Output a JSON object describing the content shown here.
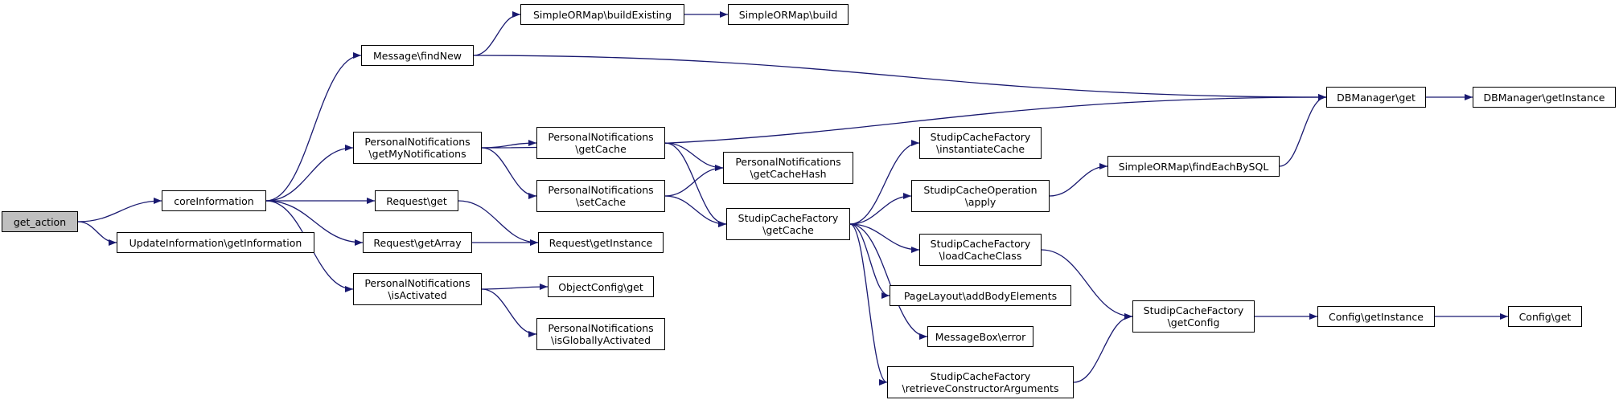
{
  "colors": {
    "edge": "#191970",
    "root_fill": "#bfbfbf",
    "node_fill": "#ffffff",
    "border": "#000000"
  },
  "nodes": {
    "get_action": {
      "lines": [
        "get_action"
      ]
    },
    "coreInformation": {
      "lines": [
        "coreInformation"
      ]
    },
    "UpdateInformation_getInformation": {
      "lines": [
        "UpdateInformation\\getInformation"
      ]
    },
    "Message_findNew": {
      "lines": [
        "Message\\findNew"
      ]
    },
    "SimpleORMap_buildExisting": {
      "lines": [
        "SimpleORMap\\buildExisting"
      ]
    },
    "SimpleORMap_build": {
      "lines": [
        "SimpleORMap\\build"
      ]
    },
    "PersonalNotifications_getMyNotifications": {
      "lines": [
        "PersonalNotifications",
        "\\getMyNotifications"
      ]
    },
    "Request_get": {
      "lines": [
        "Request\\get"
      ]
    },
    "Request_getArray": {
      "lines": [
        "Request\\getArray"
      ]
    },
    "PersonalNotifications_isActivated": {
      "lines": [
        "PersonalNotifications",
        "\\isActivated"
      ]
    },
    "PersonalNotifications_getCache": {
      "lines": [
        "PersonalNotifications",
        "\\getCache"
      ]
    },
    "PersonalNotifications_setCache": {
      "lines": [
        "PersonalNotifications",
        "\\setCache"
      ]
    },
    "PersonalNotifications_getCacheHash": {
      "lines": [
        "PersonalNotifications",
        "\\getCacheHash"
      ]
    },
    "Request_getInstance": {
      "lines": [
        "Request\\getInstance"
      ]
    },
    "ObjectConfig_get": {
      "lines": [
        "ObjectConfig\\get"
      ]
    },
    "PersonalNotifications_isGloballyActivated": {
      "lines": [
        "PersonalNotifications",
        "\\isGloballyActivated"
      ]
    },
    "StudipCacheFactory_getCache": {
      "lines": [
        "StudipCacheFactory",
        "\\getCache"
      ]
    },
    "StudipCacheFactory_instantiateCache": {
      "lines": [
        "StudipCacheFactory",
        "\\instantiateCache"
      ]
    },
    "StudipCacheOperation_apply": {
      "lines": [
        "StudipCacheOperation",
        "\\apply"
      ]
    },
    "StudipCacheFactory_loadCacheClass": {
      "lines": [
        "StudipCacheFactory",
        "\\loadCacheClass"
      ]
    },
    "PageLayout_addBodyElements": {
      "lines": [
        "PageLayout\\addBodyElements"
      ]
    },
    "MessageBox_error": {
      "lines": [
        "MessageBox\\error"
      ]
    },
    "StudipCacheFactory_retrieveConstructorArguments": {
      "lines": [
        "StudipCacheFactory",
        "\\retrieveConstructorArguments"
      ]
    },
    "SimpleORMap_findEachBySQL": {
      "lines": [
        "SimpleORMap\\findEachBySQL"
      ]
    },
    "DBManager_get": {
      "lines": [
        "DBManager\\get"
      ]
    },
    "DBManager_getInstance": {
      "lines": [
        "DBManager\\getInstance"
      ]
    },
    "StudipCacheFactory_getConfig": {
      "lines": [
        "StudipCacheFactory",
        "\\getConfig"
      ]
    },
    "Config_getInstance": {
      "lines": [
        "Config\\getInstance"
      ]
    },
    "Config_get": {
      "lines": [
        "Config\\get"
      ]
    }
  },
  "edges": [
    [
      "get_action",
      "coreInformation"
    ],
    [
      "get_action",
      "UpdateInformation_getInformation"
    ],
    [
      "coreInformation",
      "Message_findNew"
    ],
    [
      "coreInformation",
      "PersonalNotifications_getMyNotifications"
    ],
    [
      "coreInformation",
      "Request_get"
    ],
    [
      "coreInformation",
      "Request_getArray"
    ],
    [
      "coreInformation",
      "PersonalNotifications_isActivated"
    ],
    [
      "Message_findNew",
      "SimpleORMap_buildExisting"
    ],
    [
      "Message_findNew",
      "DBManager_get"
    ],
    [
      "SimpleORMap_buildExisting",
      "SimpleORMap_build"
    ],
    [
      "PersonalNotifications_getMyNotifications",
      "DBManager_get"
    ],
    [
      "PersonalNotifications_getMyNotifications",
      "PersonalNotifications_getCache"
    ],
    [
      "PersonalNotifications_getMyNotifications",
      "PersonalNotifications_setCache"
    ],
    [
      "Request_get",
      "Request_getInstance"
    ],
    [
      "Request_getArray",
      "Request_getInstance"
    ],
    [
      "PersonalNotifications_isActivated",
      "ObjectConfig_get"
    ],
    [
      "PersonalNotifications_isActivated",
      "PersonalNotifications_isGloballyActivated"
    ],
    [
      "PersonalNotifications_getCache",
      "PersonalNotifications_getCacheHash"
    ],
    [
      "PersonalNotifications_getCache",
      "StudipCacheFactory_getCache"
    ],
    [
      "PersonalNotifications_setCache",
      "PersonalNotifications_getCacheHash"
    ],
    [
      "PersonalNotifications_setCache",
      "StudipCacheFactory_getCache"
    ],
    [
      "StudipCacheFactory_getCache",
      "StudipCacheFactory_instantiateCache"
    ],
    [
      "StudipCacheFactory_getCache",
      "StudipCacheOperation_apply"
    ],
    [
      "StudipCacheFactory_getCache",
      "StudipCacheFactory_loadCacheClass"
    ],
    [
      "StudipCacheFactory_getCache",
      "PageLayout_addBodyElements"
    ],
    [
      "StudipCacheFactory_getCache",
      "MessageBox_error"
    ],
    [
      "StudipCacheFactory_getCache",
      "StudipCacheFactory_retrieveConstructorArguments"
    ],
    [
      "StudipCacheOperation_apply",
      "SimpleORMap_findEachBySQL"
    ],
    [
      "SimpleORMap_findEachBySQL",
      "DBManager_get"
    ],
    [
      "DBManager_get",
      "DBManager_getInstance"
    ],
    [
      "StudipCacheFactory_loadCacheClass",
      "StudipCacheFactory_getConfig"
    ],
    [
      "StudipCacheFactory_retrieveConstructorArguments",
      "StudipCacheFactory_getConfig"
    ],
    [
      "StudipCacheFactory_getConfig",
      "Config_getInstance"
    ],
    [
      "Config_getInstance",
      "Config_get"
    ]
  ]
}
